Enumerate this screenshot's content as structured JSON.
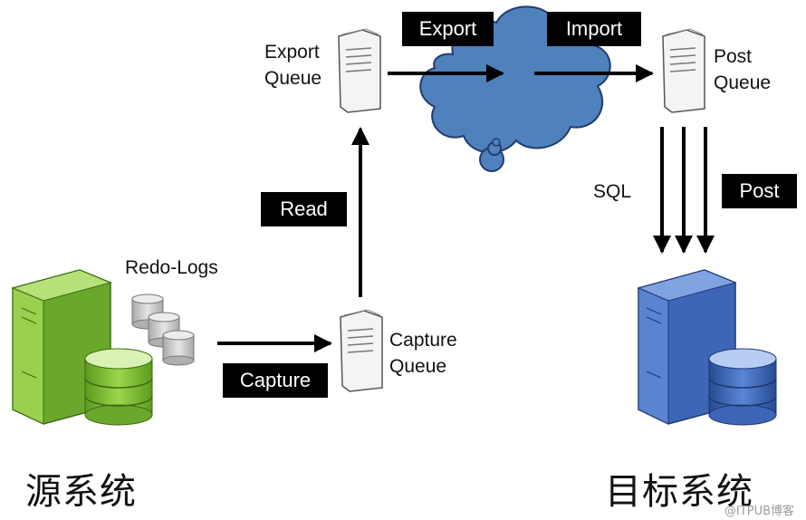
{
  "flow": {
    "tags": {
      "export": "Export",
      "import": "Import",
      "read": "Read",
      "capture": "Capture",
      "post": "Post"
    },
    "labels": {
      "export_queue_line1": "Export",
      "export_queue_line2": "Queue",
      "post_queue_line1": "Post",
      "post_queue_line2": "Queue",
      "capture_queue_line1": "Capture",
      "capture_queue_line2": "Queue",
      "redo_logs": "Redo-Logs",
      "sql": "SQL"
    }
  },
  "systems": {
    "source": "源系统",
    "target": "目标系统"
  },
  "watermark": "@ITPUB博客",
  "colors": {
    "tag_bg": "#000000",
    "cloud": "#4f81bd",
    "source_server": "#8cc63f",
    "target_server": "#3d66b8",
    "log_cylinder": "#c8c8c8"
  },
  "icons": [
    "server-icon",
    "database-icon",
    "log-cylinder-icon",
    "document-icon",
    "cloud-icon",
    "arrow-icon"
  ]
}
